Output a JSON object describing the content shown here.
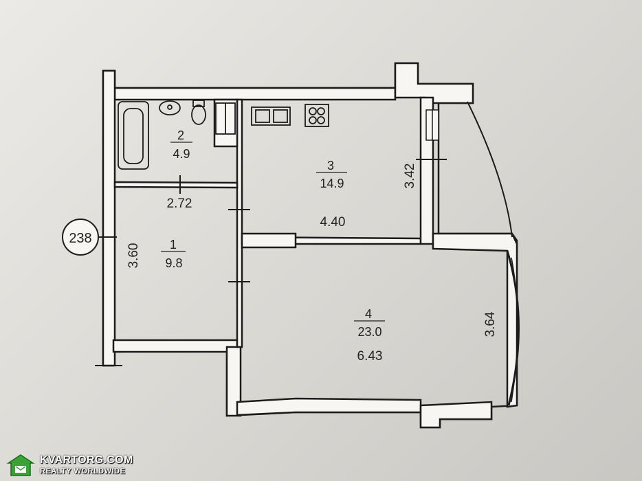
{
  "plan": {
    "building_number": "238",
    "rooms": [
      {
        "id": "1",
        "area": "9.8"
      },
      {
        "id": "2",
        "area": "4.9"
      },
      {
        "id": "3",
        "area": "14.9"
      },
      {
        "id": "4",
        "area": "23.0"
      }
    ],
    "dimensions": {
      "corridor_width": "2.72",
      "room1_length": "3.60",
      "kitchen_width": "4.40",
      "kitchen_length": "3.42",
      "living_width": "6.43",
      "living_length": "3.64"
    }
  },
  "watermark": {
    "site": "KVARTORG.COM",
    "tagline": "REALTY  WORLDWIDE"
  },
  "colors": {
    "wall_fill": "#f7f6f3",
    "wall_line": "#1c1c1c",
    "logo_green": "#3aa335"
  }
}
